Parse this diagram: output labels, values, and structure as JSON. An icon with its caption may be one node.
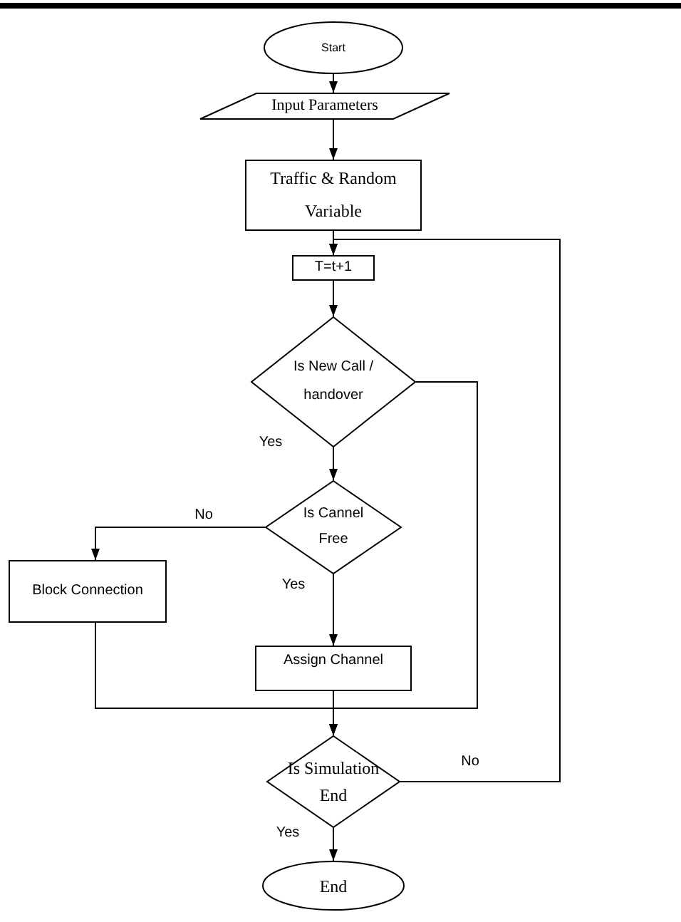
{
  "diagram": {
    "nodes": [
      {
        "text": [
          "Start"
        ]
      },
      {
        "text": [
          "Input Parameters"
        ]
      },
      {
        "text": [
          "Traffic & Random Variable"
        ]
      },
      {
        "text": [
          "T=t+1"
        ]
      },
      {
        "text": [
          "Is New Call / handover"
        ]
      },
      {
        "text": [
          "Is Cannel Free"
        ]
      },
      {
        "text": [
          "Block Connection"
        ]
      },
      {
        "text": [
          "Assign Channel"
        ]
      },
      {
        "text": [
          "Is Simulation End"
        ]
      },
      {
        "text": [
          "End"
        ]
      }
    ],
    "edges": [
      {
        "from": 0,
        "to": 1,
        "arrow": "to"
      },
      {
        "from": 1,
        "to": 2,
        "arrow": "to"
      },
      {
        "from": 2,
        "to": 3,
        "arrow": "to"
      },
      {
        "from": 3,
        "to": 4,
        "arrow": "to"
      },
      {
        "from": 4,
        "to": 5,
        "arrow": "to",
        "label": "Yes"
      },
      {
        "from": 4,
        "to": 8,
        "arrow": "to"
      },
      {
        "from": 5,
        "to": 6,
        "arrow": "to",
        "label": "No"
      },
      {
        "from": 5,
        "to": 7,
        "arrow": "to",
        "label": "Yes"
      },
      {
        "from": 6,
        "to": 8,
        "arrow": "to"
      },
      {
        "from": 7,
        "to": 8,
        "arrow": "to"
      },
      {
        "from": 8,
        "to": 3,
        "arrow": "to",
        "label": "No"
      },
      {
        "from": 8,
        "to": 9,
        "arrow": "to",
        "label": "Yes"
      }
    ]
  }
}
